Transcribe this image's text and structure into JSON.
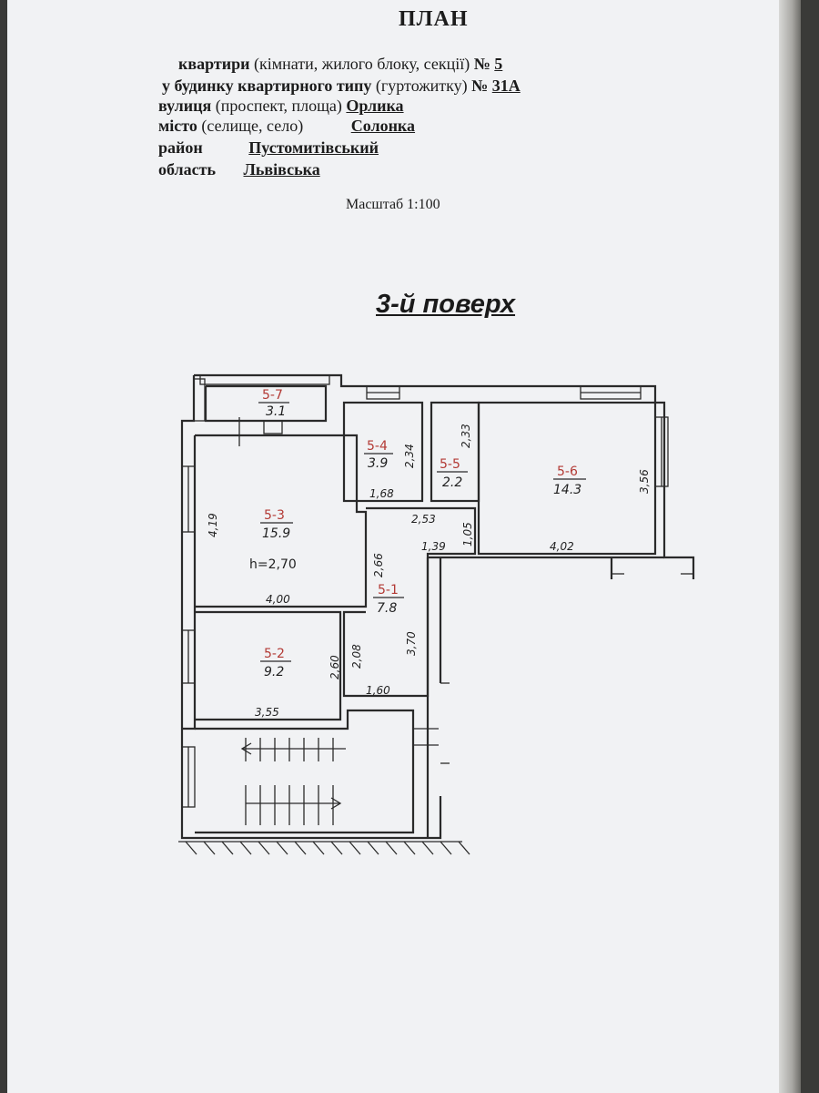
{
  "header": {
    "title": "ПЛАН",
    "line1_label": "квартири",
    "line1_paren": "(кімнати, жилого блоку, секції)",
    "line1_no": "№",
    "line1_value": "5",
    "line2_prefix": "у",
    "line2_label": "будинку квартирного типу",
    "line2_paren": "(гуртожитку)",
    "line2_no": "№",
    "line2_value": "31А",
    "line3_label": "вулиця",
    "line3_paren": "(проспект, площа)",
    "line3_value": "Орлика",
    "line4_label": "місто",
    "line4_paren": "(селище, село)",
    "line4_value": "Солонка",
    "line5_label": "район",
    "line5_value": "Пустомитівський",
    "line6_label": "область",
    "line6_value": "Львівська",
    "scale": "Масштаб 1:100"
  },
  "floor_title": "3-й поверх",
  "rooms": {
    "r7": {
      "code": "5-7",
      "area": "3.1"
    },
    "r4": {
      "code": "5-4",
      "area": "3.9"
    },
    "r5": {
      "code": "5-5",
      "area": "2.2"
    },
    "r6": {
      "code": "5-6",
      "area": "14.3"
    },
    "r3": {
      "code": "5-3",
      "area": "15.9"
    },
    "r1": {
      "code": "5-1",
      "area": "7.8"
    },
    "r2": {
      "code": "5-2",
      "area": "9.2"
    }
  },
  "ceiling_height": "h=2,70",
  "dims": {
    "r4_h": "2,34",
    "r4_w": "1,68",
    "r5_h": "2,33",
    "r6_h": "3,56",
    "r6_w": "4,02",
    "r3_h": "4,19",
    "r3_w": "4,00",
    "hall_w": "2,53",
    "hall_h2": "1,05",
    "hall_w2": "1,39",
    "hall_h": "2,66",
    "corr_h": "3,70",
    "r2_h": "2,60",
    "corr2_h": "2,08",
    "corr2_w": "1,60",
    "r2_w": "3,55"
  }
}
